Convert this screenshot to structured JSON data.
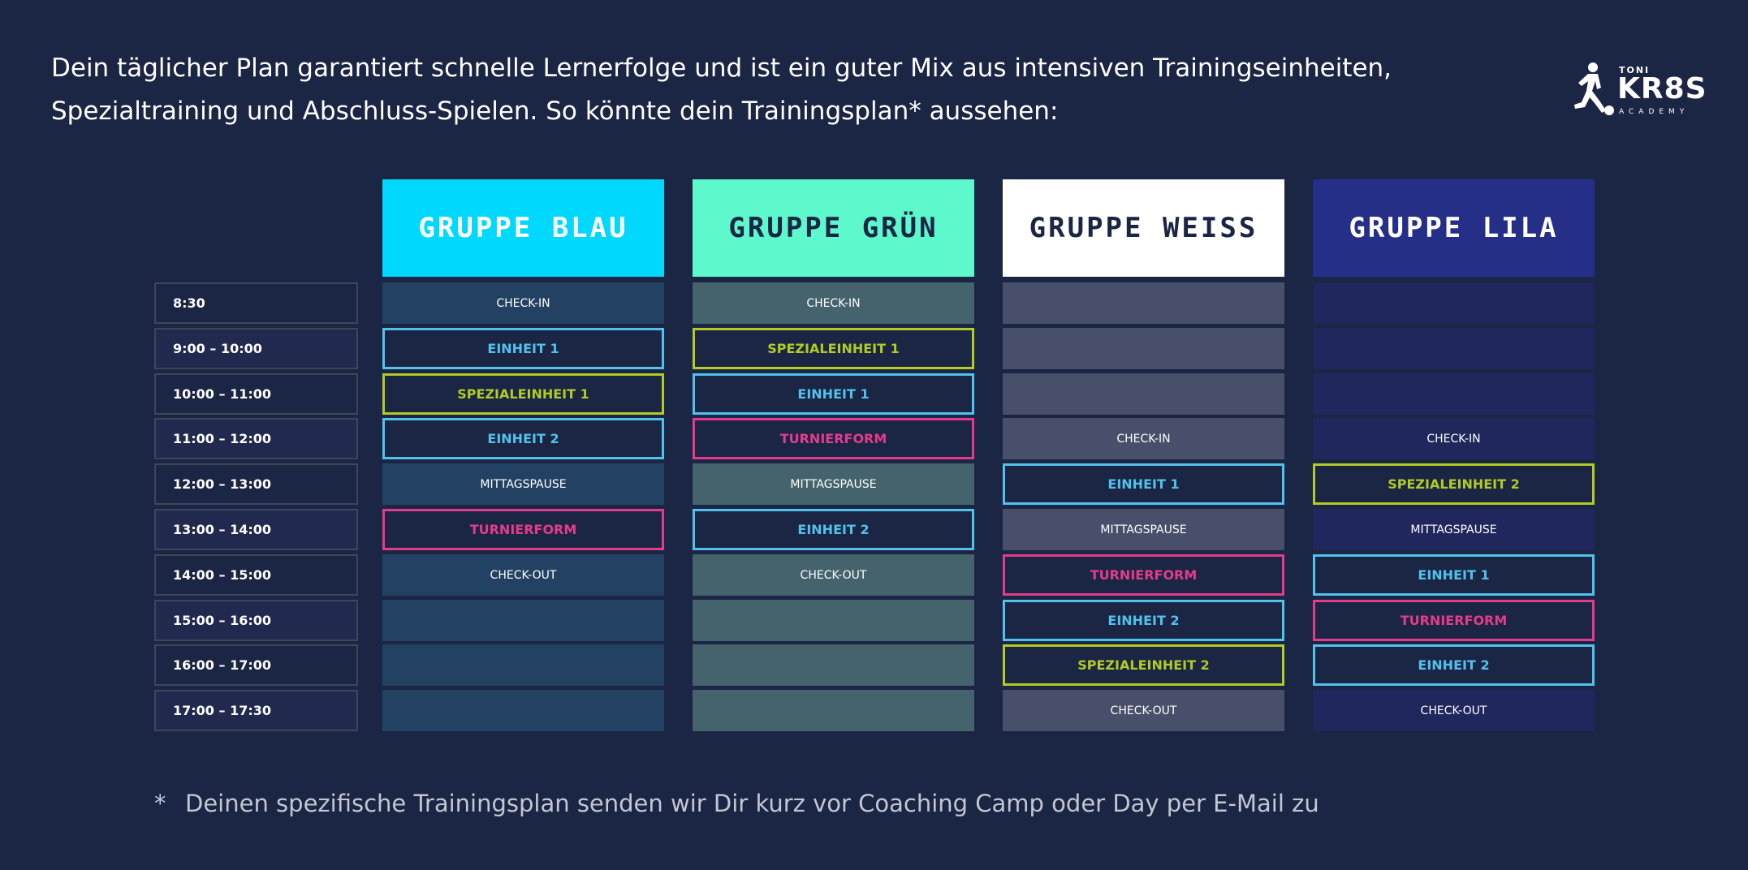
{
  "intro": {
    "line1": "Dein täglicher Plan garantiert schnelle Lernerfolge und ist ein guter Mix aus intensiven Trainingseinheiten,",
    "line2": "Spezialtraining und Abschluss-Spielen. So könnte dein Trainingsplan* aussehen:"
  },
  "logo": {
    "small": "TONI",
    "main": "KR8S",
    "sub": "ACADEMY",
    "icon": "football-player-icon"
  },
  "colors": {
    "background": "#1b2544",
    "einheit": "#52c2ec",
    "spezialeinheit": "#b2cb25",
    "turnierform": "#e33c8c"
  },
  "times": [
    "8:30",
    "9:00 – 10:00",
    "10:00 – 11:00",
    "11:00 – 12:00",
    "12:00 – 13:00",
    "13:00 – 14:00",
    "14:00 – 15:00",
    "15:00 – 16:00",
    "16:00 – 17:00",
    "17:00 – 17:30"
  ],
  "groups": [
    {
      "name": "GRUPPE BLAU",
      "header_bg": "#00d8fe",
      "header_fg": "#ffffff",
      "cell_bg": "#234263",
      "cells": [
        {
          "label": "CHECK-IN",
          "type": "plain"
        },
        {
          "label": "EINHEIT 1",
          "type": "einheit"
        },
        {
          "label": "SPEZIALEINHEIT 1",
          "type": "spezial"
        },
        {
          "label": "EINHEIT 2",
          "type": "einheit"
        },
        {
          "label": "MITTAGSPAUSE",
          "type": "plain"
        },
        {
          "label": "TURNIERFORM",
          "type": "turnier"
        },
        {
          "label": "CHECK-OUT",
          "type": "plain"
        },
        {
          "label": "",
          "type": "plain"
        },
        {
          "label": "",
          "type": "plain"
        },
        {
          "label": "",
          "type": "plain"
        }
      ]
    },
    {
      "name": "GRUPPE GRÜN",
      "header_bg": "#5df8cc",
      "header_fg": "#1b2544",
      "cell_bg": "#44636d",
      "cells": [
        {
          "label": "CHECK-IN",
          "type": "plain"
        },
        {
          "label": "SPEZIALEINHEIT 1",
          "type": "spezial"
        },
        {
          "label": "EINHEIT 1",
          "type": "einheit"
        },
        {
          "label": "TURNIERFORM",
          "type": "turnier"
        },
        {
          "label": "MITTAGSPAUSE",
          "type": "plain"
        },
        {
          "label": "EINHEIT 2",
          "type": "einheit"
        },
        {
          "label": "CHECK-OUT",
          "type": "plain"
        },
        {
          "label": "",
          "type": "plain"
        },
        {
          "label": "",
          "type": "plain"
        },
        {
          "label": "",
          "type": "plain"
        }
      ]
    },
    {
      "name": "GRUPPE WEISS",
      "header_bg": "#ffffff",
      "header_fg": "#1b2544",
      "cell_bg": "#474f6a",
      "cells": [
        {
          "label": "",
          "type": "plain"
        },
        {
          "label": "",
          "type": "plain"
        },
        {
          "label": "",
          "type": "plain"
        },
        {
          "label": "CHECK-IN",
          "type": "plain"
        },
        {
          "label": "EINHEIT 1",
          "type": "einheit"
        },
        {
          "label": "MITTAGSPAUSE",
          "type": "plain"
        },
        {
          "label": "TURNIERFORM",
          "type": "turnier"
        },
        {
          "label": "EINHEIT 2",
          "type": "einheit"
        },
        {
          "label": "SPEZIALEINHEIT 2",
          "type": "spezial"
        },
        {
          "label": "CHECK-OUT",
          "type": "plain"
        }
      ]
    },
    {
      "name": "GRUPPE LILA",
      "header_bg": "#262f88",
      "header_fg": "#ffffff",
      "cell_bg": "#1f275c",
      "cells": [
        {
          "label": "",
          "type": "plain"
        },
        {
          "label": "",
          "type": "plain"
        },
        {
          "label": "",
          "type": "plain"
        },
        {
          "label": "CHECK-IN",
          "type": "plain"
        },
        {
          "label": "SPEZIALEINHEIT 2",
          "type": "spezial"
        },
        {
          "label": "MITTAGSPAUSE",
          "type": "plain"
        },
        {
          "label": "EINHEIT 1",
          "type": "einheit"
        },
        {
          "label": "TURNIERFORM",
          "type": "turnier"
        },
        {
          "label": "EINHEIT 2",
          "type": "einheit"
        },
        {
          "label": "CHECK-OUT",
          "type": "plain"
        }
      ]
    }
  ],
  "footnote": {
    "marker": "*",
    "text": "Deinen spezifische Trainingsplan senden wir Dir kurz vor Coaching Camp oder Day per E-Mail zu"
  }
}
